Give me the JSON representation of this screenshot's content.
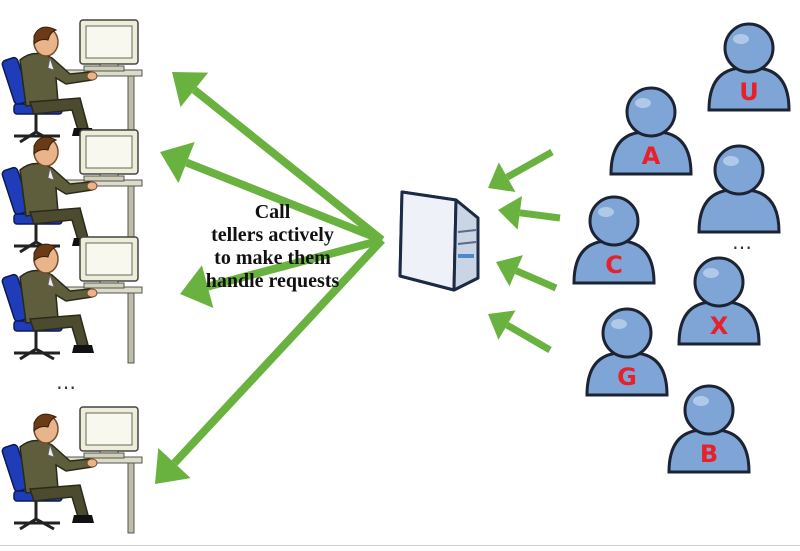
{
  "caption": {
    "lines": [
      "Call",
      "tellers actively",
      "to make them",
      "handle requests"
    ]
  },
  "tellers_ellipsis": "…",
  "customers_ellipsis": "…",
  "customers": [
    {
      "letter": "U"
    },
    {
      "letter": "A"
    },
    {
      "letter": ""
    },
    {
      "letter": "C"
    },
    {
      "letter": "X"
    },
    {
      "letter": "G"
    },
    {
      "letter": "B"
    }
  ],
  "colors": {
    "arrow": "#6ab23f",
    "person_fill": "#7fa5d6",
    "person_stroke": "#1c2333",
    "letter": "#e8202a",
    "server": "#e8eef6",
    "suit": "#5e5d3c",
    "chair": "#1f3db8",
    "monitor": "#eeeed8"
  },
  "icons": {
    "teller": "teller-at-computer-icon",
    "server": "server-tower-icon",
    "customer": "customer-person-icon"
  }
}
